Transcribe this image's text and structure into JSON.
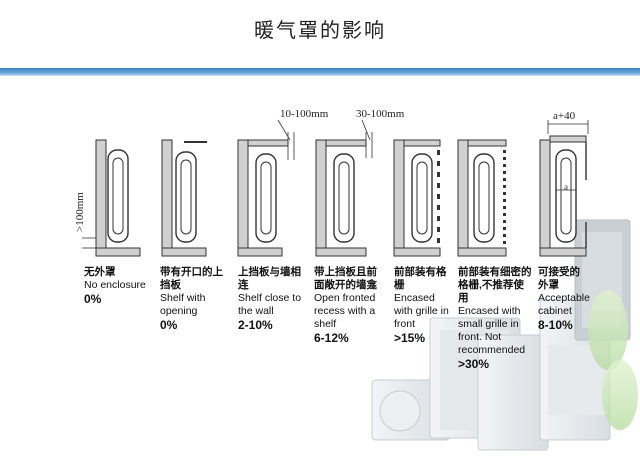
{
  "title": "暖气罩的影响",
  "colors": {
    "accent": "#3c86c4",
    "line": "#333333",
    "wall": "#cfcfcf"
  },
  "dims": {
    "dim1": "10-100mm",
    "dim2": "30-100mm",
    "dim3": "a+40",
    "dim4": ">100mm",
    "dim5": "a"
  },
  "items": [
    {
      "cn": "无外罩",
      "en": "No enclosure",
      "pct": "0%"
    },
    {
      "cn": "带有开口的上挡板",
      "en": "Shelf with opening",
      "pct": "0%"
    },
    {
      "cn": "上挡板与墙相连",
      "en": "Shelf close to the wall",
      "pct": "2-10%"
    },
    {
      "cn": "带上挡板且前面敞开的墙龛",
      "en": "Open fronted recess with a shelf",
      "pct": "6-12%"
    },
    {
      "cn": "前部装有格栅",
      "en": "Encased with grille in front",
      "pct": ">15%"
    },
    {
      "cn": "前部装有细密的格栅,不推荐使用",
      "en": "Encased with small grille in front. Not recommended",
      "pct": ">30%"
    },
    {
      "cn": "可接受的外罩",
      "en": "Acceptable cabinet",
      "pct": "8-10%"
    }
  ]
}
